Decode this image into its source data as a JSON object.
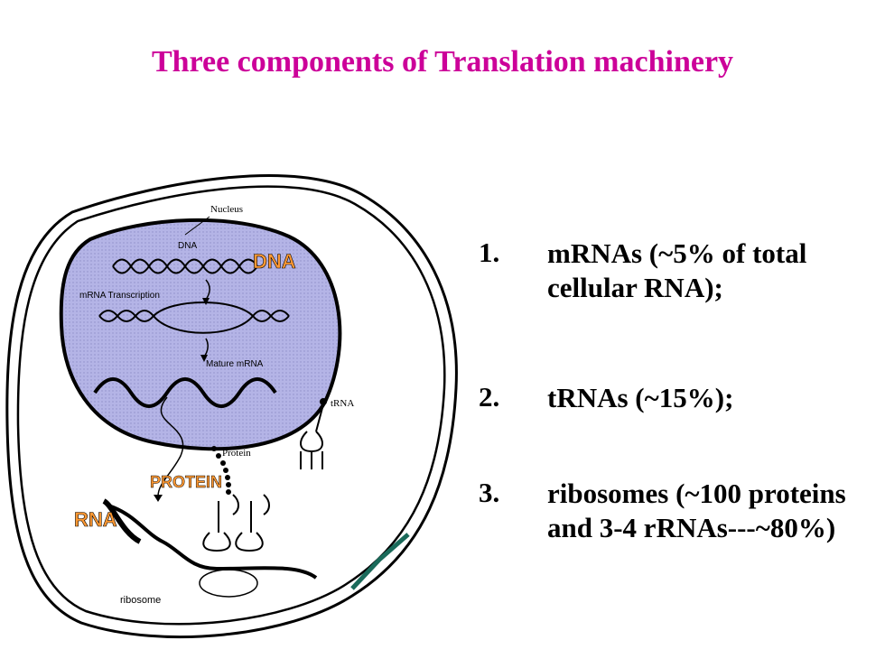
{
  "title": "Three components of Translation machinery",
  "diagram": {
    "labels": {
      "nucleus": "Nucleus",
      "dna_small": "DNA",
      "dna_big": "DNA",
      "transcription": "mRNA Transcription",
      "mature_mrna": "Mature mRNA",
      "trna": "tRNA",
      "protein_small": "Protein",
      "protein_big": "PROTEIN",
      "rna_big": "RNA",
      "ribosome": "ribosome"
    },
    "colors": {
      "nucleus_fill": "#b4b4e6",
      "highlight_label": "#ff9933",
      "outline": "#000000",
      "membrane_accent": "#1a6a5a"
    }
  },
  "list": {
    "items": [
      {
        "number": "1.",
        "text": "mRNAs (~5% of total cellular RNA);"
      },
      {
        "number": "2.",
        "text": "tRNAs (~15%);"
      },
      {
        "number": "3.",
        "text": "ribosomes (~100 proteins and 3-4 rRNAs---~80%)"
      }
    ]
  }
}
